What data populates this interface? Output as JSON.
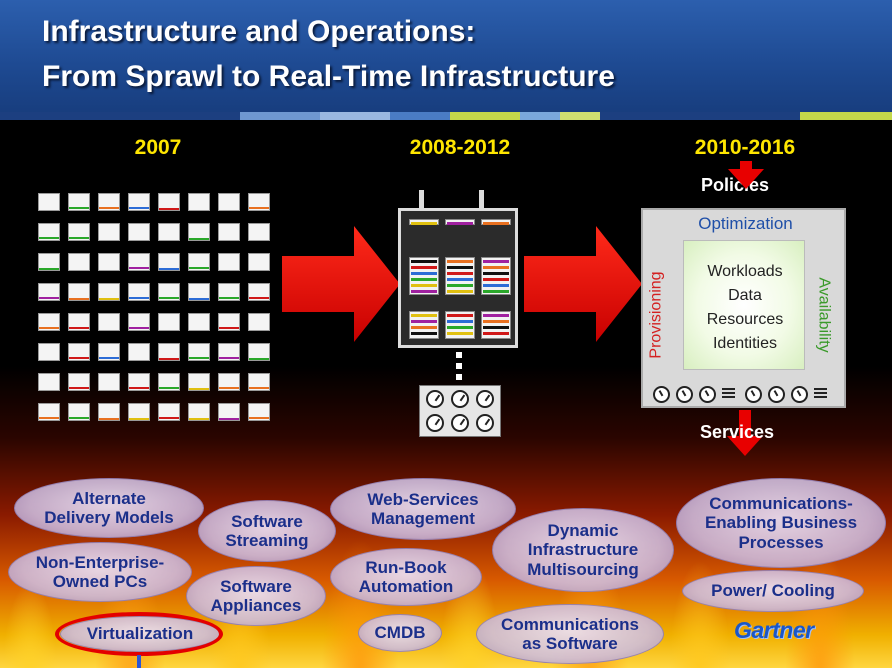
{
  "title": {
    "line1": "Infrastructure and Operations:",
    "line2": "From Sprawl to Real-Time Infrastructure"
  },
  "stages": {
    "stage1_year": "2007",
    "stage2_year": "2008-2012",
    "stage3_year": "2010-2016"
  },
  "rti": {
    "policies": "Policies",
    "optimization": "Optimization",
    "provisioning": "Provisioning",
    "availability": "Availability",
    "center_items": [
      "Workloads",
      "Data",
      "Resources",
      "Identities"
    ],
    "services": "Services"
  },
  "topics": [
    "Alternate\nDelivery Models",
    "Software\nStreaming",
    "Web-Services\nManagement",
    "Dynamic\nInfrastructure\nMultisourcing",
    "Communications-\nEnabling Business\nProcesses",
    "Non-Enterprise-\nOwned PCs",
    "Software\nAppliances",
    "Run-Book\nAutomation",
    "Power/ Cooling",
    "Virtualization",
    "CMDB",
    "Communications\nas Software"
  ],
  "brand": "Gartner",
  "colors": {
    "title_bg": "#1e4a92",
    "year_text": "#ffe600",
    "arrow_red": "#e80000",
    "topic_text": "#1b2f8a",
    "highlight": "#e30000",
    "optimization_text": "#1f4fa8",
    "provisioning_text": "#d42020",
    "availability_text": "#3a9a2a"
  }
}
